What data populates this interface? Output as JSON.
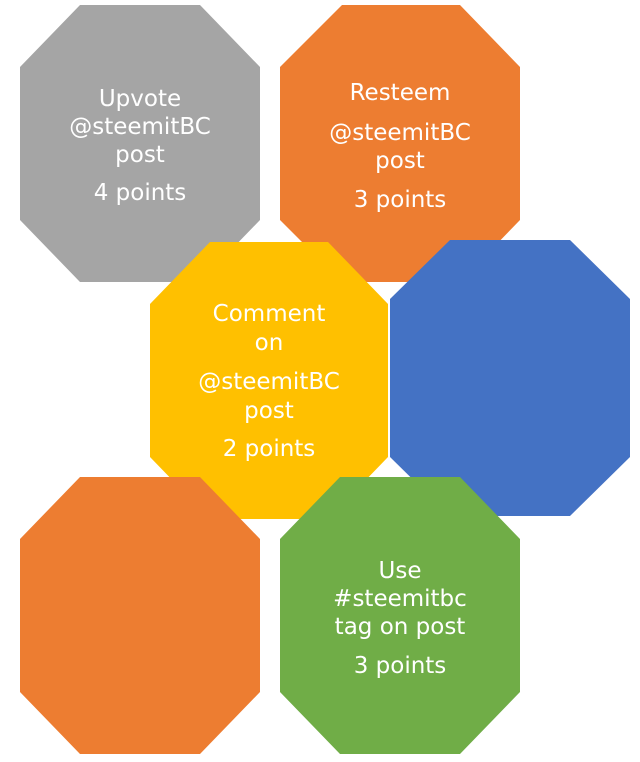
{
  "diagram": {
    "hexagons": [
      {
        "id": "upvote",
        "color": "#a5a5a5",
        "lines": [
          "Upvote",
          "@steemitBC",
          "post"
        ],
        "points": "4 points"
      },
      {
        "id": "resteem",
        "color": "#ed7d31",
        "lines": [
          "Resteem",
          "@steemitBC",
          "post"
        ],
        "points": "3 points"
      },
      {
        "id": "comment",
        "color": "#ffc000",
        "lines": [
          "Comment",
          "on",
          "@steemitBC",
          "post"
        ],
        "points": "2 points"
      },
      {
        "id": "blank-blue",
        "color": "#4472c4",
        "lines": [],
        "points": ""
      },
      {
        "id": "blank-orange",
        "color": "#ed7d31",
        "lines": [],
        "points": ""
      },
      {
        "id": "tag",
        "color": "#70ad47",
        "lines": [
          "Use",
          "#steemitbc",
          "tag on post"
        ],
        "points": "3 points"
      }
    ]
  }
}
